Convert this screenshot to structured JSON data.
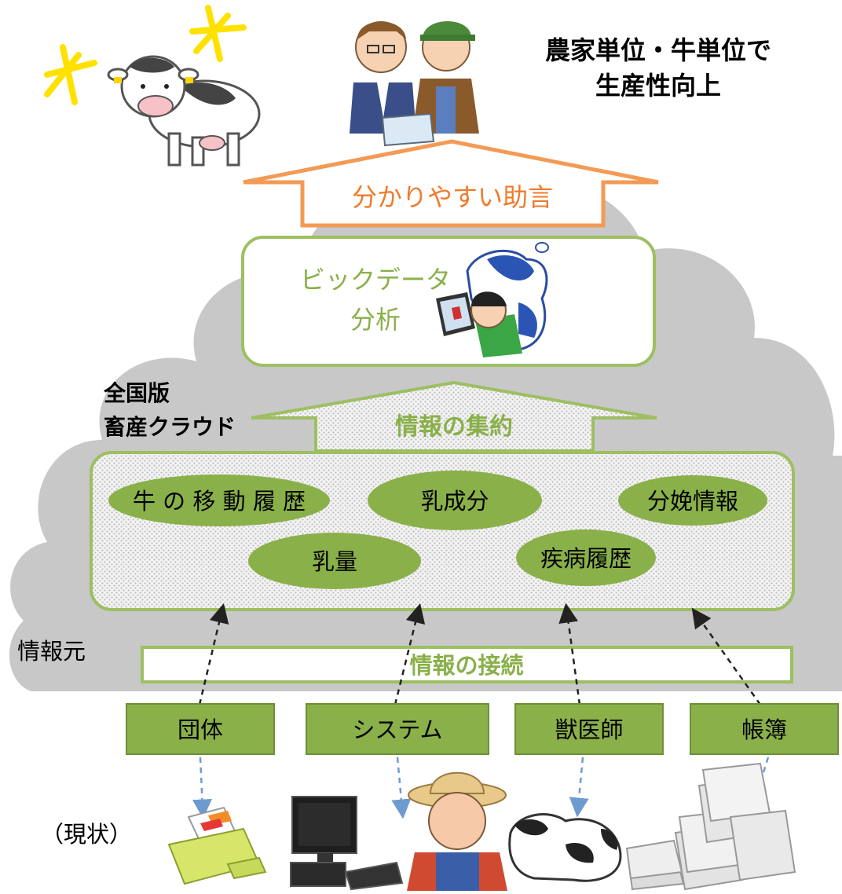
{
  "top_right": {
    "line1": "農家単位・牛単位で",
    "line2": "生産性向上"
  },
  "advice_arrow": {
    "label": "分かりやすい助言"
  },
  "bigdata": {
    "line1": "ビックデータ",
    "line2": "分析"
  },
  "cloud_label": {
    "line1": "全国版",
    "line2": "畜産クラウド"
  },
  "aggregation_arrow": {
    "label": "情報の集約"
  },
  "data_items": [
    {
      "label": "牛 の 移 動 履 歴"
    },
    {
      "label": "乳成分"
    },
    {
      "label": "分娩情報"
    },
    {
      "label": "乳量"
    },
    {
      "label": "疾病履歴"
    }
  ],
  "connection_bar": {
    "label": "情報の接続"
  },
  "sources": {
    "row_label": "情報元",
    "items": [
      {
        "label": "団体"
      },
      {
        "label": "システム"
      },
      {
        "label": "獣医師"
      },
      {
        "label": "帳簿"
      }
    ]
  },
  "current_state": {
    "label": "（現状）"
  },
  "colors": {
    "green_fill": "#8ab04a",
    "green_border": "#9dbf61",
    "orange": "#f39a55",
    "cloud_gray": "#c8c8c8",
    "dashed_blue": "#6d9bd0"
  },
  "icons": [
    "happy-cow-icon",
    "advisor-and-farmer-icon",
    "cow-with-child-laptop-icon",
    "printer-icon",
    "desktop-computer-icon",
    "farmer-icon",
    "lying-cow-icon",
    "paper-stacks-icon"
  ]
}
